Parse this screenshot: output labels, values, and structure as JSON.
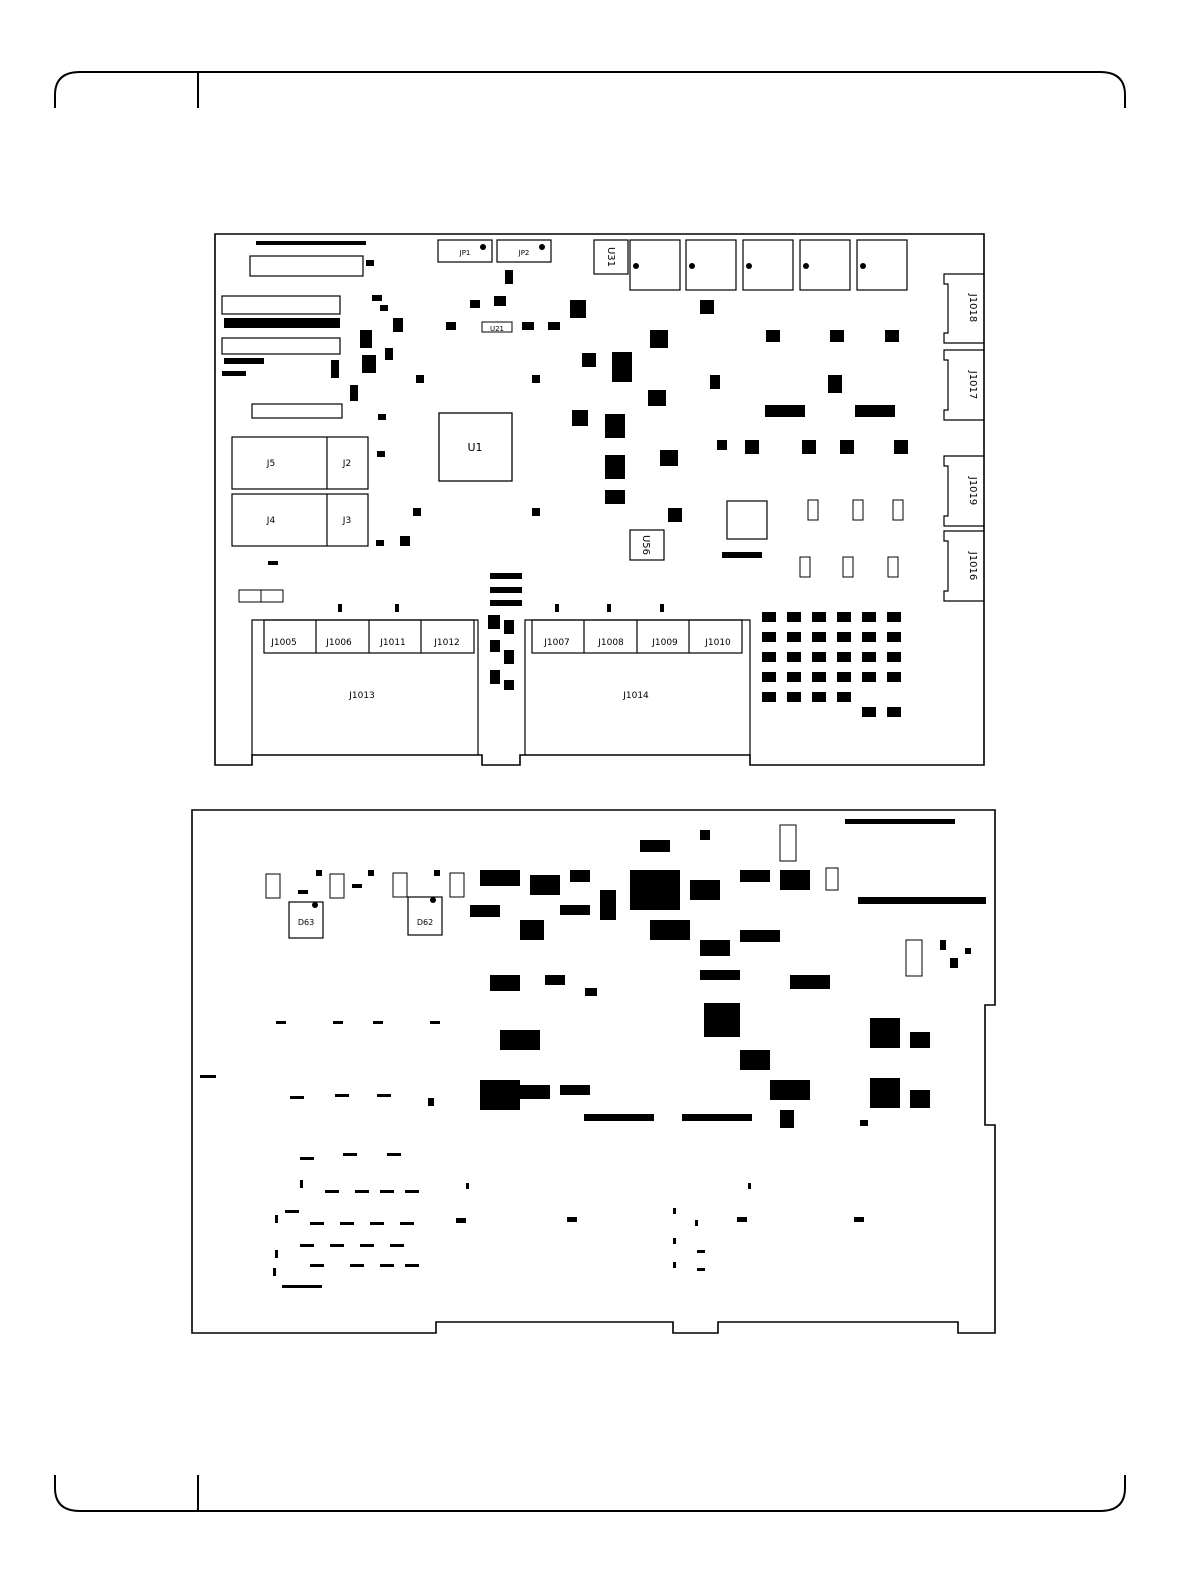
{
  "top_board": {
    "connectors": {
      "jp1": "JP1",
      "jp2": "JP2",
      "u31": "U31",
      "j1018": "J1018",
      "j1017": "J1017",
      "j1019": "J1019",
      "j1016": "J1016",
      "u1": "U1",
      "u21": "U21",
      "u56": "U56",
      "j5": "J5",
      "j2": "J2",
      "j4": "J4",
      "j3": "J3",
      "j1005": "J1005",
      "j1006": "J1006",
      "j1011": "J1011",
      "j1012": "J1012",
      "j1007": "J1007",
      "j1008": "J1008",
      "j1009": "J1009",
      "j1010": "J1010",
      "j1013": "J1013",
      "j1014": "J1014"
    }
  },
  "bottom_board": {
    "parts": {
      "d63": "D63",
      "d62": "D62"
    }
  }
}
